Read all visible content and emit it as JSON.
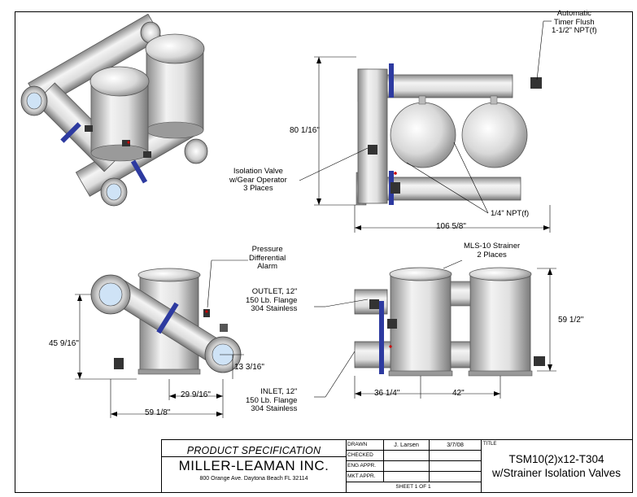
{
  "drawing": {
    "dimensions": {
      "top_height": "80 1/16\"",
      "top_width": "106 5/8\"",
      "front_height": "45 9/16\"",
      "front_inlet_height": "13 3/16\"",
      "front_offset": "29 9/16\"",
      "front_width": "59 1/8\"",
      "side_spacing_a": "36 1/4\"",
      "side_spacing_b": "42\"",
      "side_height": "59 1/2\""
    },
    "callouts": {
      "timer_flush": [
        "Automatic",
        "Timer Flush",
        "1-1/2\" NPT(f)"
      ],
      "isolation_valve": [
        "Isolation Valve",
        "w/Gear Operator",
        "3 Places"
      ],
      "npt": "1/4\" NPT(f)",
      "pressure_alarm": [
        "Pressure",
        "Differential",
        "Alarm"
      ],
      "outlet": [
        "OUTLET, 12\"",
        "150 Lb. Flange",
        "304 Stainless"
      ],
      "inlet": [
        "INLET, 12\"",
        "150 Lb. Flange",
        "304 Stainless"
      ],
      "strainer": [
        "MLS-10 Strainer",
        "2 Places"
      ]
    }
  },
  "title_block": {
    "spec": "PRODUCT SPECIFICATION",
    "company": "MILLER-LEAMAN INC.",
    "address": "800 Orange Ave. Daytona Beach FL 32114",
    "drawn_label": "DRAWN",
    "drawn_by": "J. Larsen",
    "drawn_date": "3/7/08",
    "checked_label": "CHECKED",
    "eng_label": "ENG APPR.",
    "mkt_label": "MKT APPR.",
    "sheet": "SHEET 1 OF 1",
    "title_label": "TITLE",
    "title_1": "TSM10(2)x12-T304",
    "title_2": "w/Strainer Isolation Valves"
  }
}
